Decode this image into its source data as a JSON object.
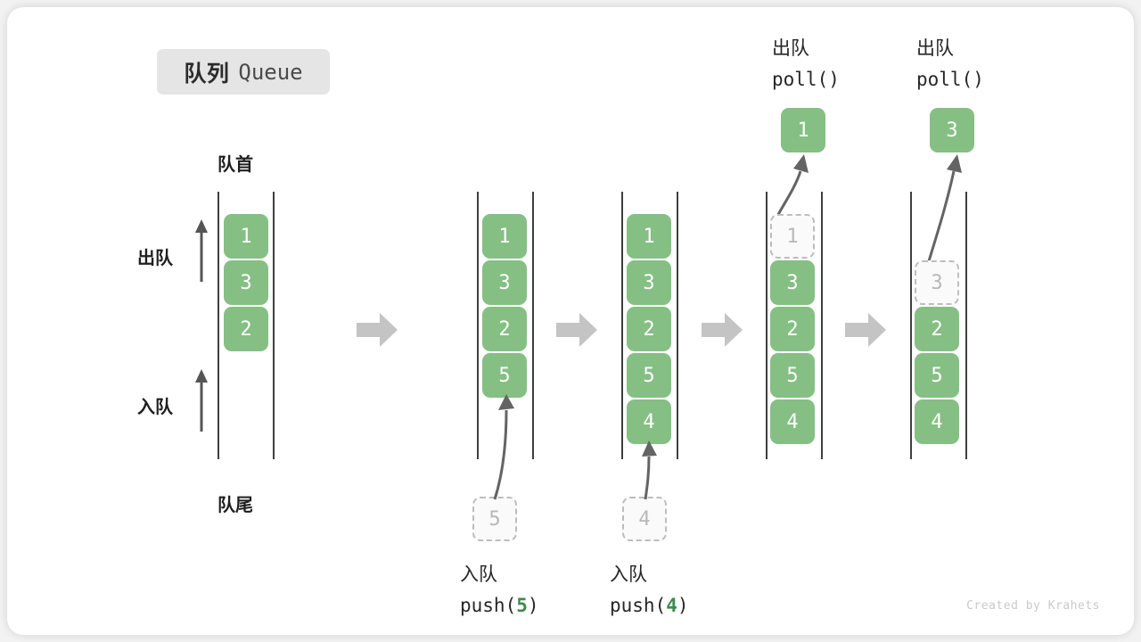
{
  "title": {
    "cn": "队列",
    "en": "Queue"
  },
  "labels": {
    "front": "队首",
    "rear": "队尾",
    "dequeue": "出队",
    "enqueue": "入队"
  },
  "credit": "Created by Krahets",
  "colors": {
    "cell_fill": "#85bf84",
    "cell_text": "#ffffff",
    "ghost_fill": "#fafafa",
    "ghost_border": "#bdbdbd",
    "ghost_text": "#b8b8b8",
    "rail": "#3f3f3f",
    "arrow_gray": "#c4c4c4",
    "curve_arrow": "#646464",
    "accent_green": "#3d8a4e",
    "badge_bg": "#e5e5e5",
    "card_bg": "#ffffff",
    "page_bg": "#f2f2f2"
  },
  "stages": [
    {
      "name": "initial",
      "cells": [
        "1",
        "3",
        "2"
      ],
      "ghost": null,
      "op_cn": null,
      "op_code": null,
      "result": null
    },
    {
      "name": "push-5",
      "cells": [
        "1",
        "3",
        "2",
        "5"
      ],
      "ghost": "5",
      "op_cn": "入队",
      "op_code_prefix": "push(",
      "op_code_num": "5",
      "op_code_suffix": ")",
      "result": null
    },
    {
      "name": "push-4",
      "cells": [
        "1",
        "3",
        "2",
        "5",
        "4"
      ],
      "ghost": "4",
      "op_cn": "入队",
      "op_code_prefix": "push(",
      "op_code_num": "4",
      "op_code_suffix": ")",
      "result": null
    },
    {
      "name": "poll-1",
      "cells": [
        "3",
        "2",
        "5",
        "4"
      ],
      "ghost": "1",
      "op_cn": "出队",
      "op_code_prefix": "poll(",
      "op_code_num": "",
      "op_code_suffix": ")",
      "result": "1"
    },
    {
      "name": "poll-3",
      "cells": [
        "2",
        "5",
        "4"
      ],
      "ghost": "3",
      "op_cn": "出队",
      "op_code_prefix": "poll(",
      "op_code_num": "",
      "op_code_suffix": ")",
      "result": "3"
    }
  ]
}
